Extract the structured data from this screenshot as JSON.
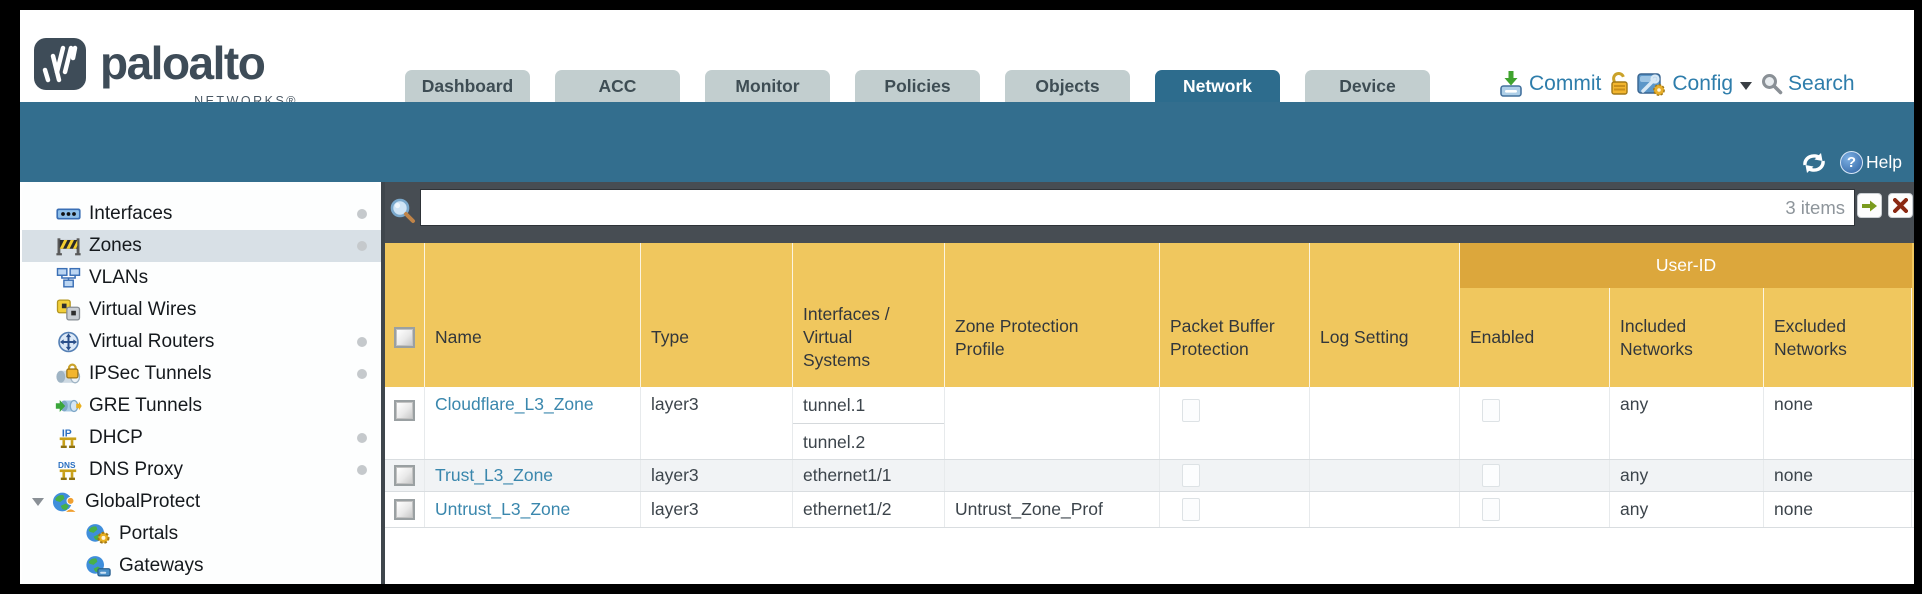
{
  "brand": {
    "logo_text": "paloalto",
    "logo_sub": "NETWORKS®"
  },
  "nav": {
    "tabs": [
      {
        "label": "Dashboard",
        "active": false
      },
      {
        "label": "ACC",
        "active": false
      },
      {
        "label": "Monitor",
        "active": false
      },
      {
        "label": "Policies",
        "active": false
      },
      {
        "label": "Objects",
        "active": false
      },
      {
        "label": "Network",
        "active": true
      },
      {
        "label": "Device",
        "active": false
      }
    ]
  },
  "header_actions": {
    "commit_label": "Commit",
    "config_label": "Config",
    "search_label": "Search",
    "icons": [
      "commit-icon",
      "lock-icon",
      "config-icon",
      "caret-down-icon",
      "search-icon"
    ]
  },
  "band": {
    "help_label": "Help",
    "icons": [
      "refresh-icon",
      "help-icon"
    ]
  },
  "filter_bar": {
    "value": "",
    "items_count": "3 items",
    "icons": [
      "magnifier-icon",
      "apply-filter-arrow-icon",
      "clear-filter-x-icon"
    ]
  },
  "sidebar": {
    "items": [
      {
        "label": "Interfaces",
        "icon": "interfaces-icon",
        "dot": true,
        "selected": false
      },
      {
        "label": "Zones",
        "icon": "zones-icon",
        "dot": true,
        "selected": true
      },
      {
        "label": "VLANs",
        "icon": "vlans-icon",
        "dot": false,
        "selected": false
      },
      {
        "label": "Virtual Wires",
        "icon": "virtual-wires-icon",
        "dot": false,
        "selected": false
      },
      {
        "label": "Virtual Routers",
        "icon": "virtual-routers-icon",
        "dot": true,
        "selected": false
      },
      {
        "label": "IPSec Tunnels",
        "icon": "ipsec-tunnels-icon",
        "dot": true,
        "selected": false
      },
      {
        "label": "GRE Tunnels",
        "icon": "gre-tunnels-icon",
        "dot": false,
        "selected": false
      },
      {
        "label": "DHCP",
        "icon": "dhcp-icon",
        "dot": true,
        "selected": false
      },
      {
        "label": "DNS Proxy",
        "icon": "dns-proxy-icon",
        "dot": true,
        "selected": false
      },
      {
        "label": "GlobalProtect",
        "icon": "globalprotect-icon",
        "dot": false,
        "selected": false,
        "expanded": true
      },
      {
        "label": "Portals",
        "icon": "portals-icon",
        "dot": false,
        "selected": false,
        "child": true
      },
      {
        "label": "Gateways",
        "icon": "gateways-icon",
        "dot": false,
        "selected": false,
        "child": true
      }
    ]
  },
  "table": {
    "group_header": "User-ID",
    "columns": [
      "Name",
      "Type",
      "Interfaces /\nVirtual\nSystems",
      "Zone Protection\nProfile",
      "Packet Buffer\nProtection",
      "Log Setting",
      "Enabled",
      "Included\nNetworks",
      "Excluded\nNetworks"
    ],
    "rows": [
      {
        "name": "Cloudflare_L3_Zone",
        "type": "layer3",
        "interfaces": [
          "tunnel.1",
          "tunnel.2"
        ],
        "zone_protection_profile": "",
        "packet_buffer_protection": false,
        "log_setting": "",
        "user_id_enabled": false,
        "included_networks": "any",
        "excluded_networks": "none"
      },
      {
        "name": "Trust_L3_Zone",
        "type": "layer3",
        "interfaces": [
          "ethernet1/1"
        ],
        "zone_protection_profile": "",
        "packet_buffer_protection": false,
        "log_setting": "",
        "user_id_enabled": false,
        "included_networks": "any",
        "excluded_networks": "none"
      },
      {
        "name": "Untrust_L3_Zone",
        "type": "layer3",
        "interfaces": [
          "ethernet1/2"
        ],
        "zone_protection_profile": "Untrust_Zone_Prof",
        "packet_buffer_protection": false,
        "log_setting": "",
        "user_id_enabled": false,
        "included_networks": "any",
        "excluded_networks": "none"
      }
    ]
  },
  "colors": {
    "teal_band": "#336e8e",
    "active_tab": "#2d6c8d",
    "inactive_tab": "#c2cecf",
    "header_orange": "#f0c75e",
    "user_id_band": "#dca73c",
    "filter_bar_dark": "#474d53",
    "link_blue": "#3a87ad",
    "sidebar_selected": "#d8e0e6",
    "alt_row": "#f1f3f5"
  }
}
